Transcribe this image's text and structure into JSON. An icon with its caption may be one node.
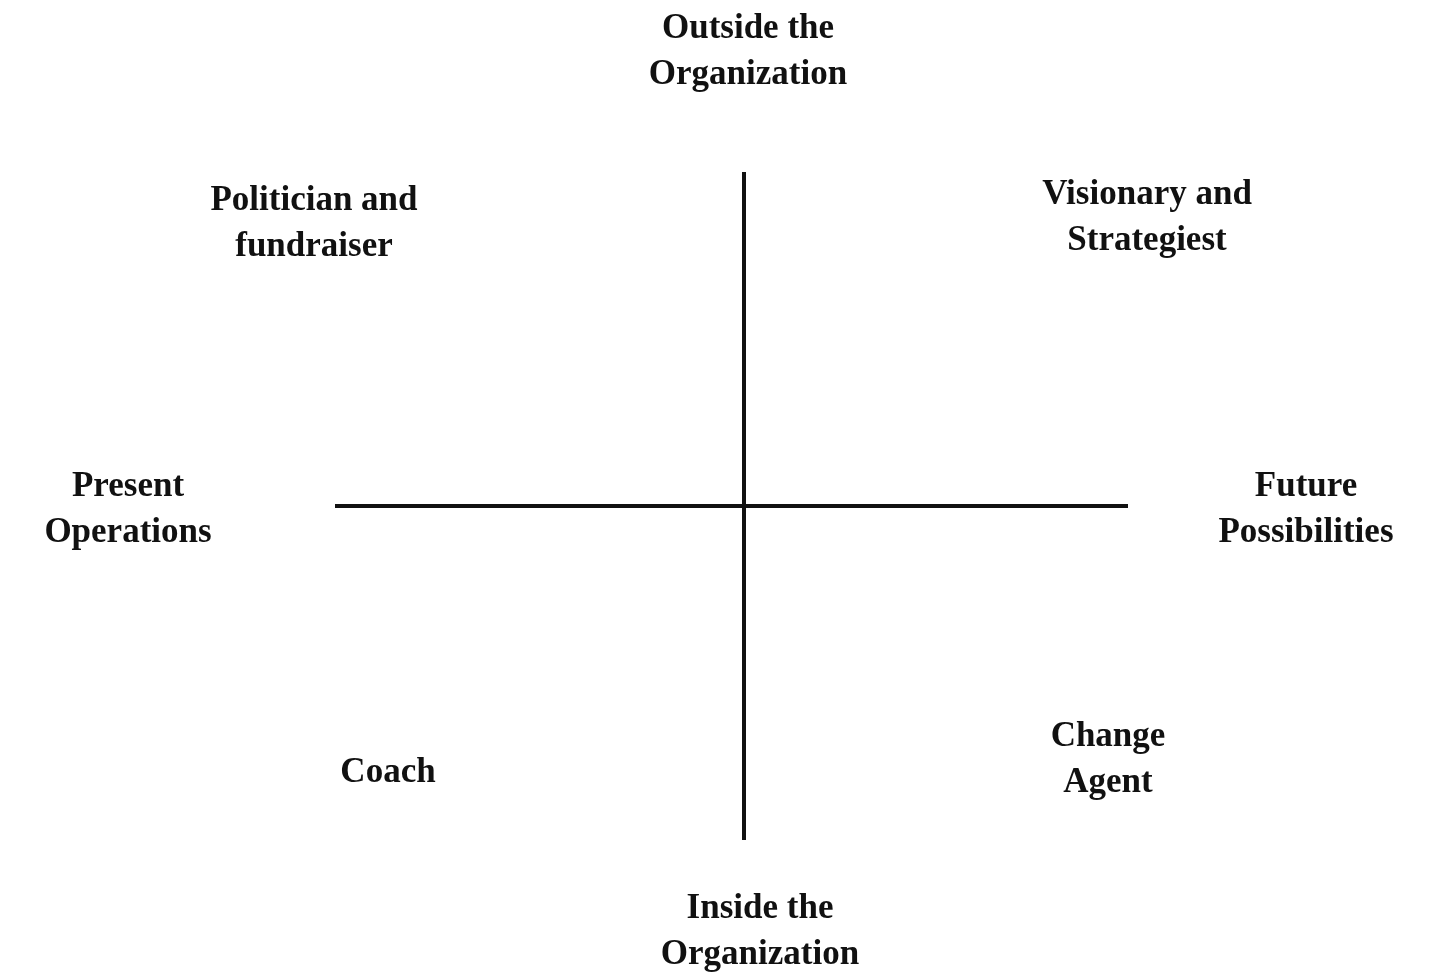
{
  "diagram": {
    "labels": [
      "Outside the Organization",
      "Politician and fundraiser",
      "Visionary and Strategiest",
      "Present Operations",
      "Future Possibilities",
      "Coach",
      "Change Agent",
      "Inside the Organization"
    ]
  }
}
